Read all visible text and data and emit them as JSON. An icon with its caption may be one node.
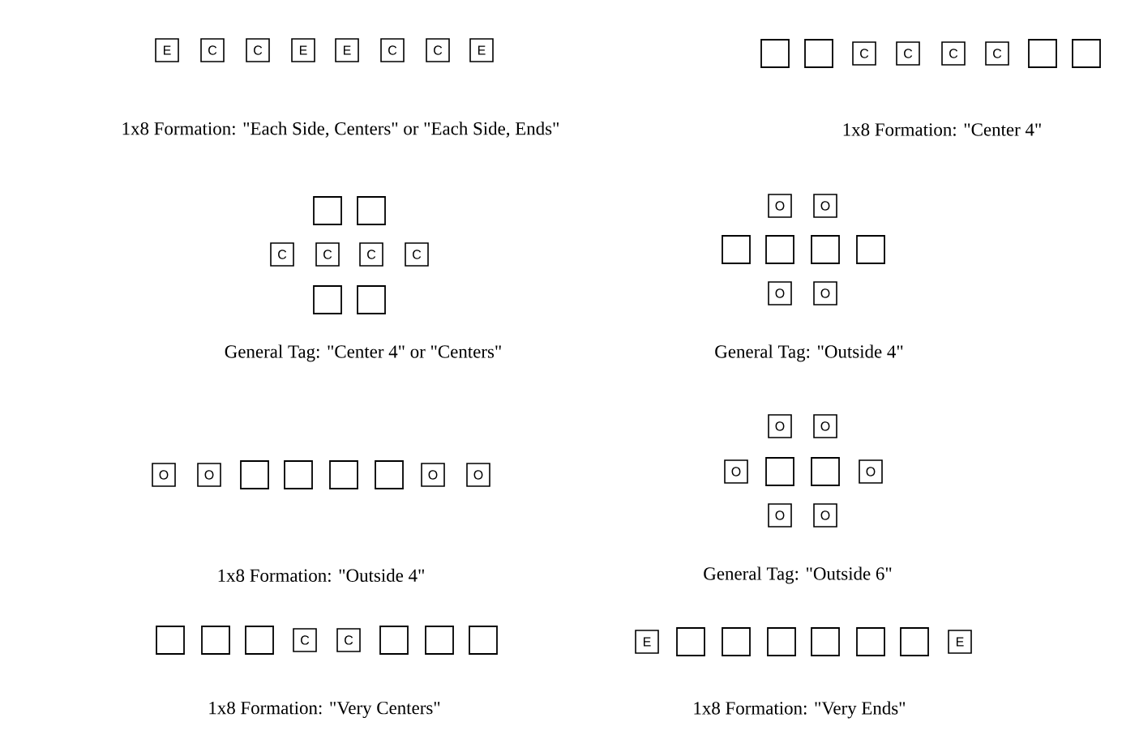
{
  "diagram": {
    "nodes": [
      {
        "text": [
          "E"
        ]
      },
      {
        "text": [
          "C"
        ]
      },
      {
        "text": [
          "C"
        ]
      },
      {
        "text": [
          "E"
        ]
      },
      {
        "text": [
          "E"
        ]
      },
      {
        "text": [
          "C"
        ]
      },
      {
        "text": [
          "C"
        ]
      },
      {
        "text": [
          "E"
        ]
      },
      {
        "text": [],
        "shape": "box"
      },
      {
        "text": [],
        "shape": "box"
      },
      {
        "text": [
          "C"
        ]
      },
      {
        "text": [
          "C"
        ]
      },
      {
        "text": [
          "C"
        ]
      },
      {
        "text": [
          "C"
        ]
      },
      {
        "text": [],
        "shape": "box"
      },
      {
        "text": [],
        "shape": "box"
      },
      {
        "text": [],
        "shape": "box"
      },
      {
        "text": [],
        "shape": "box"
      },
      {
        "text": [
          "C"
        ]
      },
      {
        "text": [
          "C"
        ]
      },
      {
        "text": [
          "C"
        ]
      },
      {
        "text": [
          "C"
        ]
      },
      {
        "text": [],
        "shape": "box"
      },
      {
        "text": [],
        "shape": "box"
      },
      {
        "text": [
          "O"
        ]
      },
      {
        "text": [
          "O"
        ]
      },
      {
        "text": [],
        "shape": "box"
      },
      {
        "text": [],
        "shape": "box"
      },
      {
        "text": [],
        "shape": "box"
      },
      {
        "text": [],
        "shape": "box"
      },
      {
        "text": [
          "O"
        ]
      },
      {
        "text": [
          "O"
        ]
      },
      {
        "text": [
          "O"
        ]
      },
      {
        "text": [
          "O"
        ]
      },
      {
        "text": [],
        "shape": "box"
      },
      {
        "text": [],
        "shape": "box"
      },
      {
        "text": [],
        "shape": "box"
      },
      {
        "text": [],
        "shape": "box"
      },
      {
        "text": [
          "O"
        ]
      },
      {
        "text": [
          "O"
        ]
      },
      {
        "text": [
          "O"
        ]
      },
      {
        "text": [
          "O"
        ]
      },
      {
        "text": [
          "O"
        ]
      },
      {
        "text": [],
        "shape": "box"
      },
      {
        "text": [],
        "shape": "box"
      },
      {
        "text": [
          "O"
        ]
      },
      {
        "text": [
          "O"
        ]
      },
      {
        "text": [
          "O"
        ]
      },
      {
        "text": [],
        "shape": "box"
      },
      {
        "text": [],
        "shape": "box"
      },
      {
        "text": [],
        "shape": "box"
      },
      {
        "text": [
          "C"
        ]
      },
      {
        "text": [
          "C"
        ]
      },
      {
        "text": [],
        "shape": "box"
      },
      {
        "text": [],
        "shape": "box"
      },
      {
        "text": [],
        "shape": "box"
      },
      {
        "text": [
          "E"
        ]
      },
      {
        "text": [],
        "shape": "box"
      },
      {
        "text": [],
        "shape": "box"
      },
      {
        "text": [],
        "shape": "box"
      },
      {
        "text": [],
        "shape": "box"
      },
      {
        "text": [],
        "shape": "box"
      },
      {
        "text": [],
        "shape": "box"
      },
      {
        "text": [
          "E"
        ]
      }
    ],
    "labels": [
      "1x8 Formation: \"Each Side, Centers\" or \"Each Side, Ends\"",
      "1x8 Formation: \"Center 4\"",
      "General Tag: \"Center 4\" or \"Centers\"",
      "General Tag: \"Outside 4\"",
      "1x8 Formation: \"Outside 4\"",
      "General Tag: \"Outside 6\"",
      "1x8 Formation: \"Very Centers\"",
      "1x8 Formation: \"Very Ends\""
    ]
  }
}
